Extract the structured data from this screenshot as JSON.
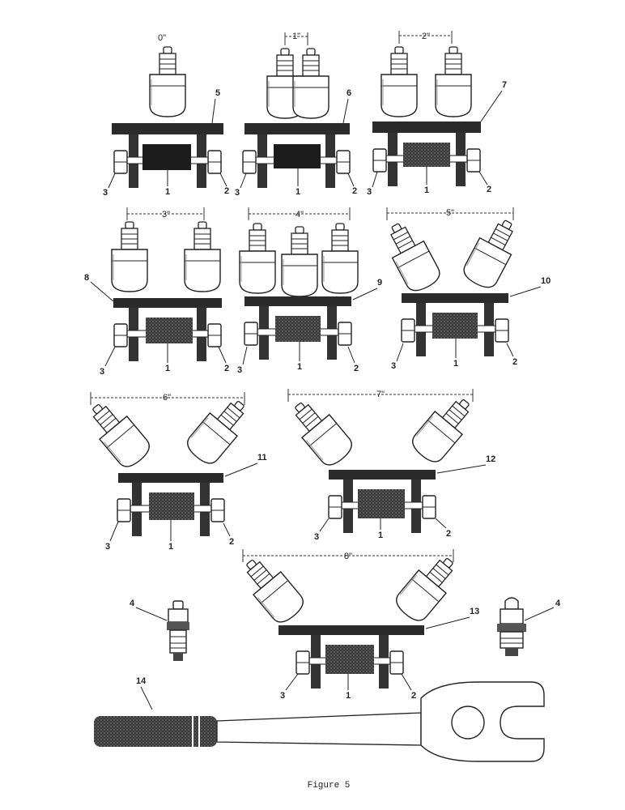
{
  "figure": {
    "caption": "Figure 5",
    "assemblies": [
      {
        "dimension": "0\"",
        "bracket_label": "5",
        "spacer_label": "1",
        "left_nut_label": "3",
        "right_nut_label": "2"
      },
      {
        "dimension": "1\"",
        "bracket_label": "6",
        "spacer_label": "1",
        "left_nut_label": "3",
        "right_nut_label": "2"
      },
      {
        "dimension": "2\"",
        "bracket_label": "7",
        "spacer_label": "1",
        "left_nut_label": "3",
        "right_nut_label": "2"
      },
      {
        "dimension": "3\"",
        "bracket_label": "8",
        "spacer_label": "1",
        "left_nut_label": "3",
        "right_nut_label": "2"
      },
      {
        "dimension": "4\"",
        "bracket_label": "9",
        "spacer_label": "1",
        "left_nut_label": "3",
        "right_nut_label": "2"
      },
      {
        "dimension": "5\"",
        "bracket_label": "10",
        "spacer_label": "1",
        "left_nut_label": "3",
        "right_nut_label": "2"
      },
      {
        "dimension": "6\"",
        "bracket_label": "11",
        "spacer_label": "1",
        "left_nut_label": "3",
        "right_nut_label": "2"
      },
      {
        "dimension": "7\"",
        "bracket_label": "12",
        "spacer_label": "1",
        "left_nut_label": "3",
        "right_nut_label": "2"
      },
      {
        "dimension": "8\"",
        "bracket_label": "13",
        "spacer_label": "1",
        "left_nut_label": "3",
        "right_nut_label": "2"
      }
    ],
    "loose_bit_left_label": "4",
    "loose_bit_right_label": "4",
    "wrench_label": "14"
  }
}
